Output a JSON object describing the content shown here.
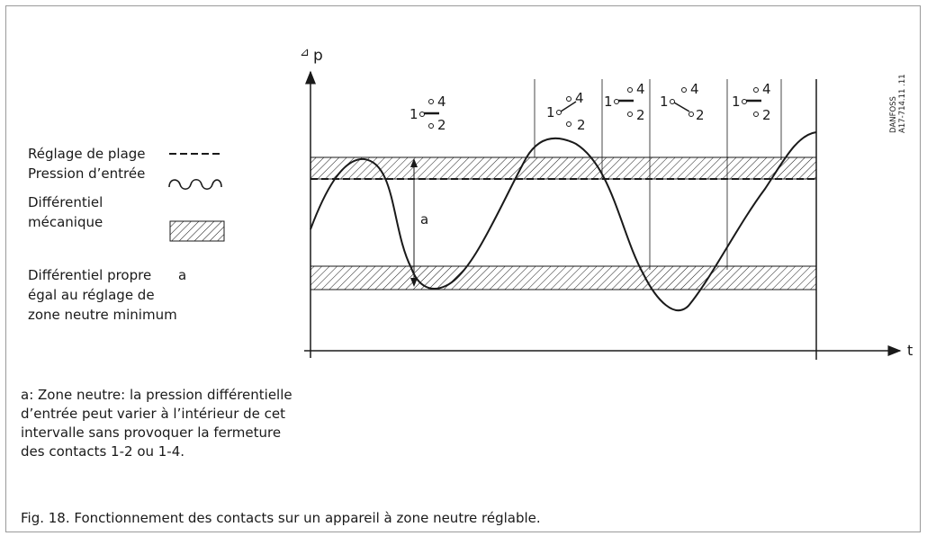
{
  "axes": {
    "y_label_symbol": "⊿",
    "y_label": "p",
    "x_label": "t"
  },
  "legend": [
    {
      "label": "Réglage de plage",
      "swatch": "dashed-line"
    },
    {
      "label": "Pression d’entrée",
      "swatch": "wave-line"
    },
    {
      "label_lines": [
        "Différentiel",
        "mécanique"
      ],
      "swatch": "hatched-box"
    },
    {
      "label_lines": [
        "Différentiel propre",
        "égal au réglage de",
        "zone neutre minimum"
      ],
      "symbol": "a"
    }
  ],
  "marker_a": "a",
  "contact_states": [
    {
      "position": "4-2 open (middle)",
      "labels": [
        "1",
        "4",
        "2"
      ]
    },
    {
      "position": "1-4 closed",
      "labels": [
        "1",
        "4",
        "2"
      ]
    },
    {
      "position": "4-2 open (middle)",
      "labels": [
        "1",
        "4",
        "2"
      ]
    },
    {
      "position": "1-2 closed",
      "labels": [
        "1",
        "4",
        "2"
      ]
    },
    {
      "position": "4-2 open (middle)",
      "labels": [
        "1",
        "4",
        "2"
      ]
    }
  ],
  "reference_code_lines": [
    "DANFOSS",
    "A17-714.11 .11"
  ],
  "note_lines": [
    "a: Zone neutre: la pression différentielle",
    "d’entrée peut varier à l’intérieur de cet",
    "intervalle sans provoquer la fermeture",
    "des contacts 1-2 ou 1-4."
  ],
  "caption": "Fig. 18. Fonctionnement des contacts sur un appareil à zone neutre réglable.",
  "colors": {
    "line": "#1a1a1a",
    "frame": "#9a9a9a",
    "background": "#ffffff"
  }
}
